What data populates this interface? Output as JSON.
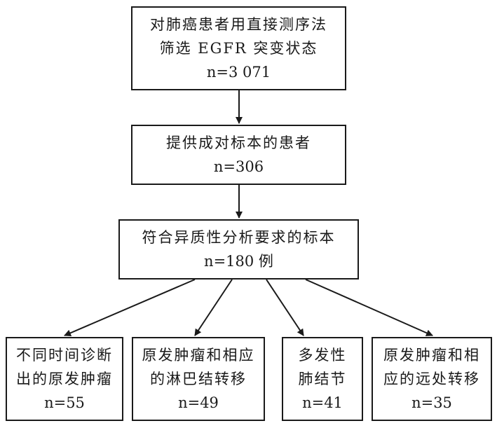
{
  "boxes": {
    "screening": {
      "lines": [
        "对肺癌患者用直接测序法",
        "筛选 EGFR 突变状态"
      ],
      "count": "n=3 071"
    },
    "paired": {
      "lines": [
        "提供成对标本的患者"
      ],
      "count": "n=306"
    },
    "heterogeneity": {
      "lines": [
        "符合异质性分析要求的标本"
      ],
      "count": "n=180 例"
    },
    "different_time": {
      "lines": [
        "不同时间诊断",
        "出的原发肿瘤"
      ],
      "count": "n=55"
    },
    "lymph": {
      "lines": [
        "原发肿瘤和相应",
        "的淋巴结转移"
      ],
      "count": "n=49"
    },
    "nodules": {
      "lines": [
        "多发性",
        "肺结节"
      ],
      "count": "n=41"
    },
    "distant": {
      "lines": [
        "原发肿瘤和相",
        "应的远处转移"
      ],
      "count": "n=35"
    }
  }
}
